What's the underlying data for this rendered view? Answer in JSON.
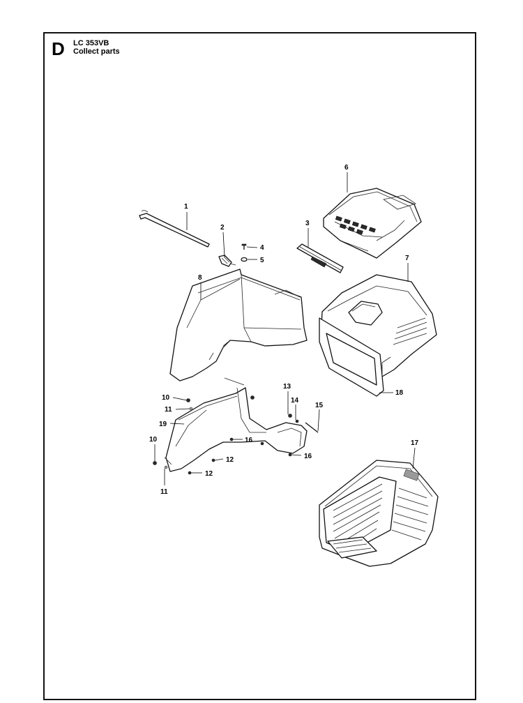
{
  "header": {
    "section_letter": "D",
    "model": "LC 353VB",
    "subtitle": "Collect parts"
  },
  "callouts": [
    {
      "id": "c1",
      "label": "1"
    },
    {
      "id": "c2",
      "label": "2"
    },
    {
      "id": "c3",
      "label": "3"
    },
    {
      "id": "c4",
      "label": "4"
    },
    {
      "id": "c5",
      "label": "5"
    },
    {
      "id": "c6",
      "label": "6"
    },
    {
      "id": "c7",
      "label": "7"
    },
    {
      "id": "c8",
      "label": "8"
    },
    {
      "id": "c10a",
      "label": "10"
    },
    {
      "id": "c11a",
      "label": "11"
    },
    {
      "id": "c19",
      "label": "19"
    },
    {
      "id": "c10b",
      "label": "10"
    },
    {
      "id": "c11b",
      "label": "11"
    },
    {
      "id": "c12a",
      "label": "12"
    },
    {
      "id": "c12b",
      "label": "12"
    },
    {
      "id": "c13",
      "label": "13"
    },
    {
      "id": "c14",
      "label": "14"
    },
    {
      "id": "c15",
      "label": "15"
    },
    {
      "id": "c16a",
      "label": "16"
    },
    {
      "id": "c16b",
      "label": "16"
    },
    {
      "id": "c17",
      "label": "17"
    },
    {
      "id": "c18",
      "label": "18"
    }
  ]
}
